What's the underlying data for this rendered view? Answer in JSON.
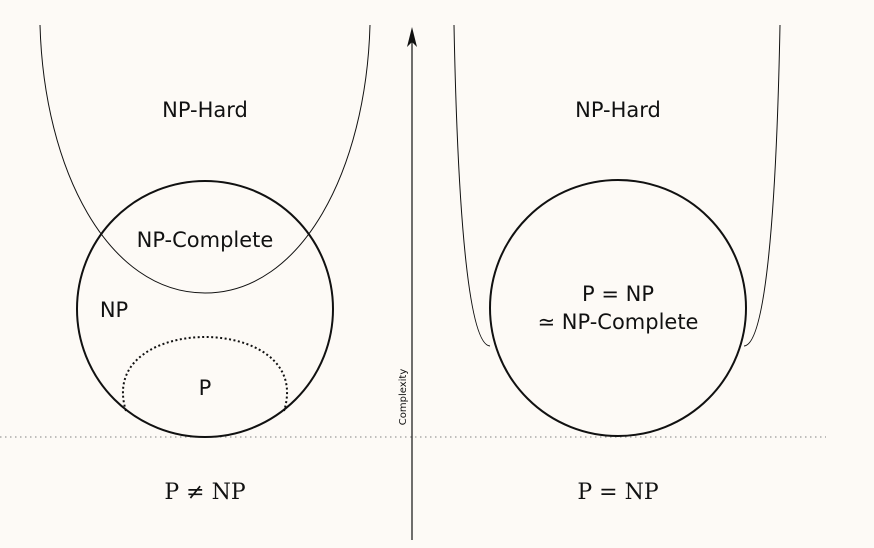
{
  "diagram": {
    "axis_label": "Complexity",
    "left_panel": {
      "np_hard_label": "NP-Hard",
      "np_complete_label": "NP-Complete",
      "np_label": "NP",
      "p_label": "P",
      "caption": "P ≠ NP"
    },
    "right_panel": {
      "np_hard_label": "NP-Hard",
      "p_eq_np_label": "P = NP",
      "np_complete_label": "≃ NP-Complete",
      "caption": "P = NP"
    }
  },
  "colors": {
    "background": "#fdfaf6",
    "stroke": "#111111",
    "baseline": "#9a9a9a"
  }
}
